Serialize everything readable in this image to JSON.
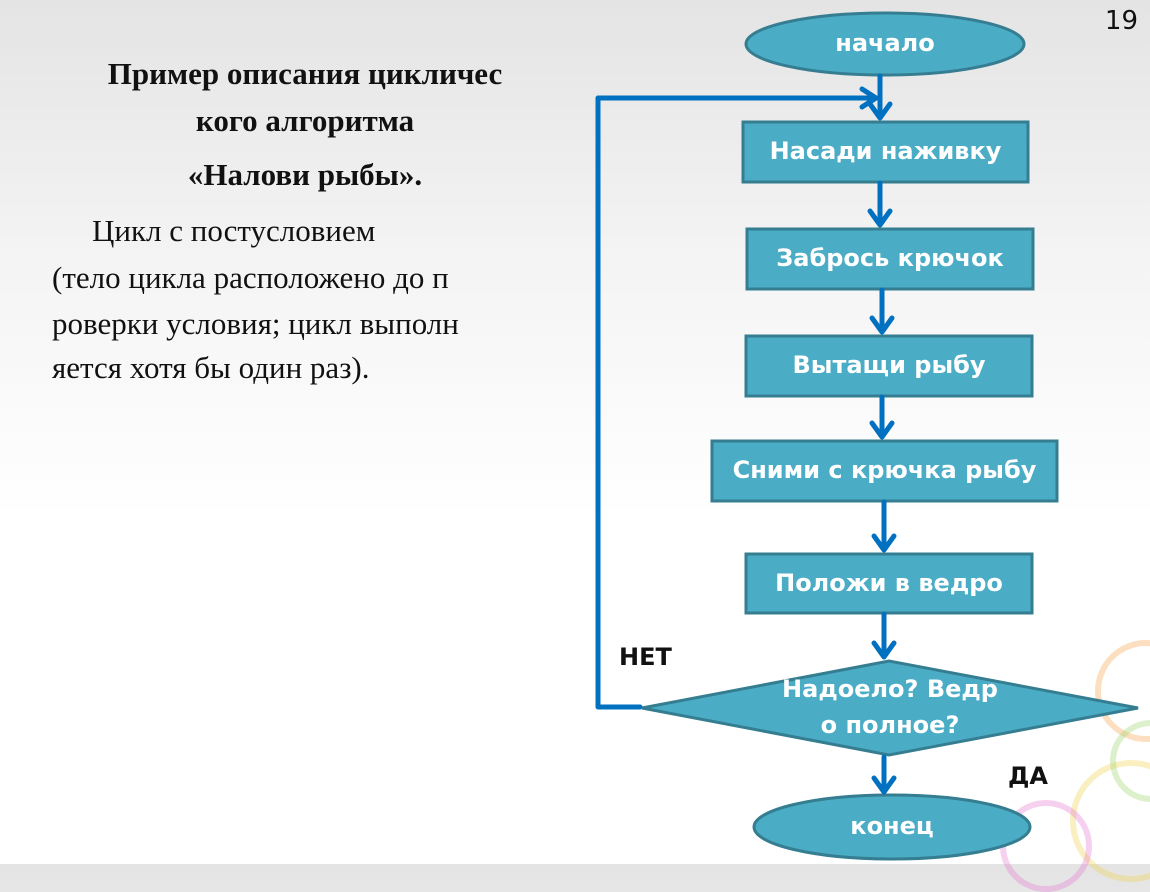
{
  "page_number": "19",
  "title": {
    "line1": "Пример описания цикличес",
    "line2": "кого алгоритма",
    "line3": "«Налови рыбы»."
  },
  "description": {
    "line1": "Цикл с постусловием",
    "line2": "(тело цикла расположено до п",
    "line3": "роверки условия; цикл выполн",
    "line4": "яется хотя бы один раз)."
  },
  "flowchart": {
    "start": "начало",
    "steps": [
      "Насади наживку",
      "Забрось крючок",
      "Вытащи рыбу",
      "Сними с крючка рыбу",
      "Положи в ведро"
    ],
    "condition_line1": "Надоело? Ведр",
    "condition_line2": "о полное?",
    "no_label": "НЕТ",
    "yes_label": "ДА",
    "end": "конец",
    "colors": {
      "fill": "#4bacc6",
      "border": "#357d91",
      "arrow": "#0070c0"
    }
  }
}
